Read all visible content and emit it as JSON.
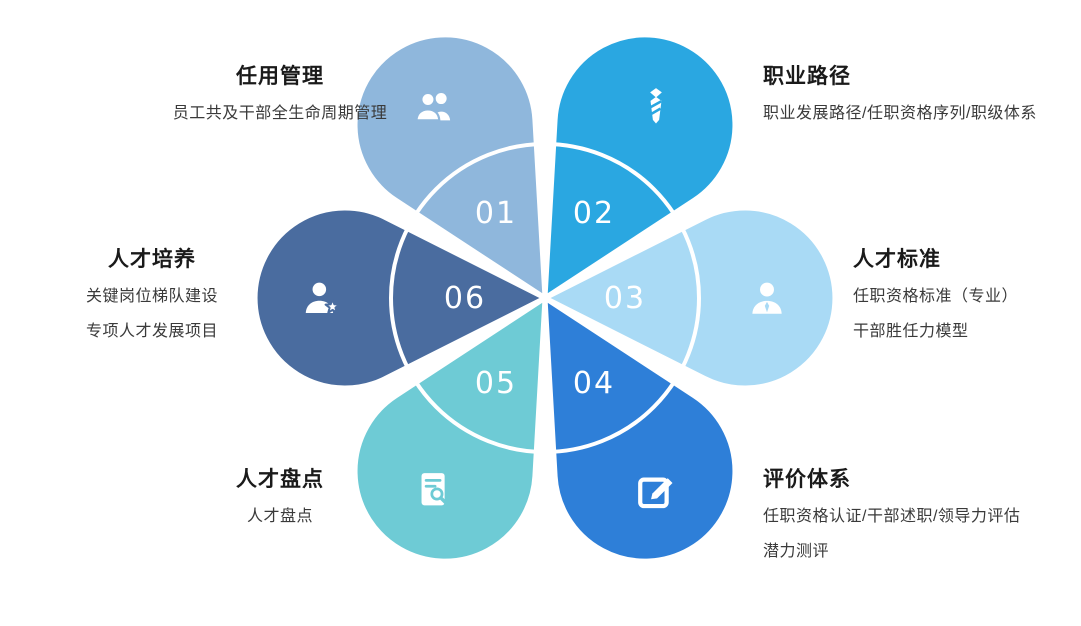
{
  "page": {
    "background": "#ffffff"
  },
  "diagram": {
    "type": "flower-petal-diagram",
    "ring_color": "#ffffff",
    "items": [
      {
        "num": "01",
        "title": "任用管理",
        "desc": [
          "员工共及干部全生命周期管理"
        ],
        "color": "#8FB7DC",
        "icon": "users-icon"
      },
      {
        "num": "02",
        "title": "职业路径",
        "desc": [
          "职业发展路径/任职资格序列/职级体系"
        ],
        "color": "#2AA7E1",
        "icon": "tie-icon"
      },
      {
        "num": "03",
        "title": "人才标准",
        "desc": [
          "任职资格标准（专业）",
          "干部胜任力模型"
        ],
        "color": "#A9DAF5",
        "icon": "user-icon"
      },
      {
        "num": "04",
        "title": "评价体系",
        "desc": [
          "任职资格认证/干部述职/领导力评估",
          "潜力测评"
        ],
        "color": "#2E7FD8",
        "icon": "edit-icon"
      },
      {
        "num": "05",
        "title": "人才盘点",
        "desc": [
          "人才盘点"
        ],
        "color": "#6ECBD5",
        "icon": "doc-search-icon"
      },
      {
        "num": "06",
        "title": "人才培养",
        "desc": [
          "关键岗位梯队建设",
          "专项人才发展项目"
        ],
        "color": "#4A6C9F",
        "icon": "user-star-icon"
      }
    ]
  }
}
